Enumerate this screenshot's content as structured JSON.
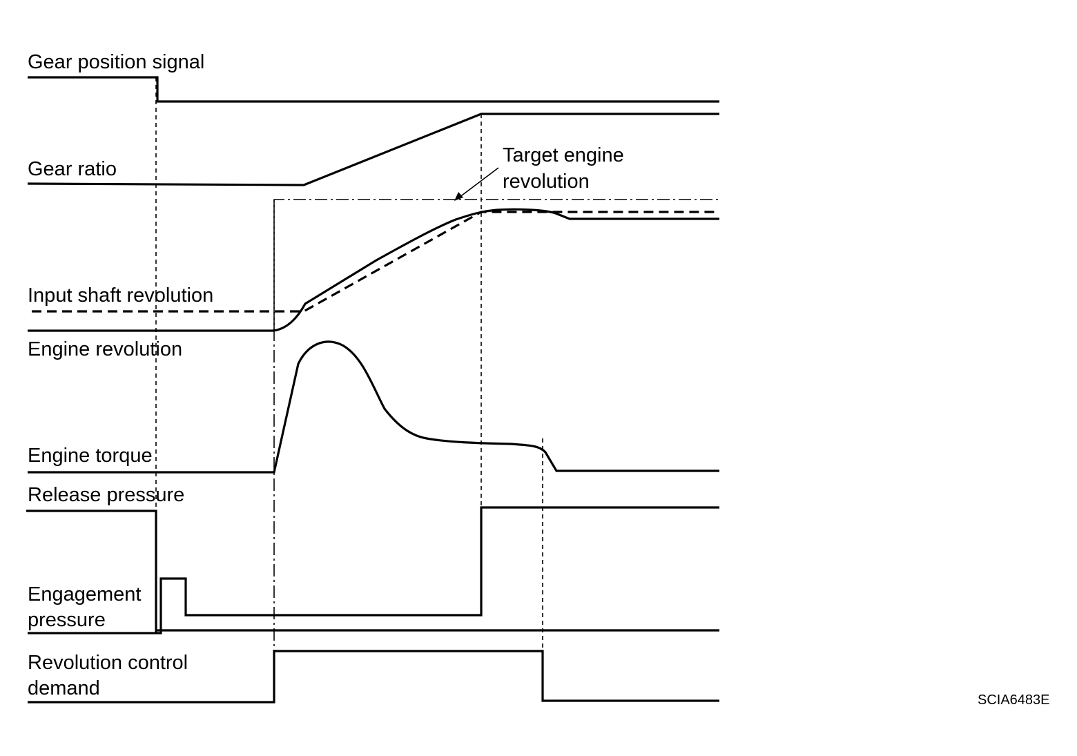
{
  "labels": {
    "gear_position_signal": "Gear position signal",
    "gear_ratio": "Gear ratio",
    "target_engine_revolution_line1": "Target engine",
    "target_engine_revolution_line2": "revolution",
    "input_shaft_revolution": "Input shaft revolution",
    "engine_revolution": "Engine revolution",
    "engine_torque": "Engine torque",
    "release_pressure": "Release pressure",
    "engagement_pressure_line1": "Engagement",
    "engagement_pressure_line2": "pressure",
    "revolution_control_demand_line1": "Revolution control",
    "revolution_control_demand_line2": "demand"
  },
  "figure_code": "SCIA6483E",
  "colors": {
    "line": "#000000",
    "background": "#ffffff"
  }
}
